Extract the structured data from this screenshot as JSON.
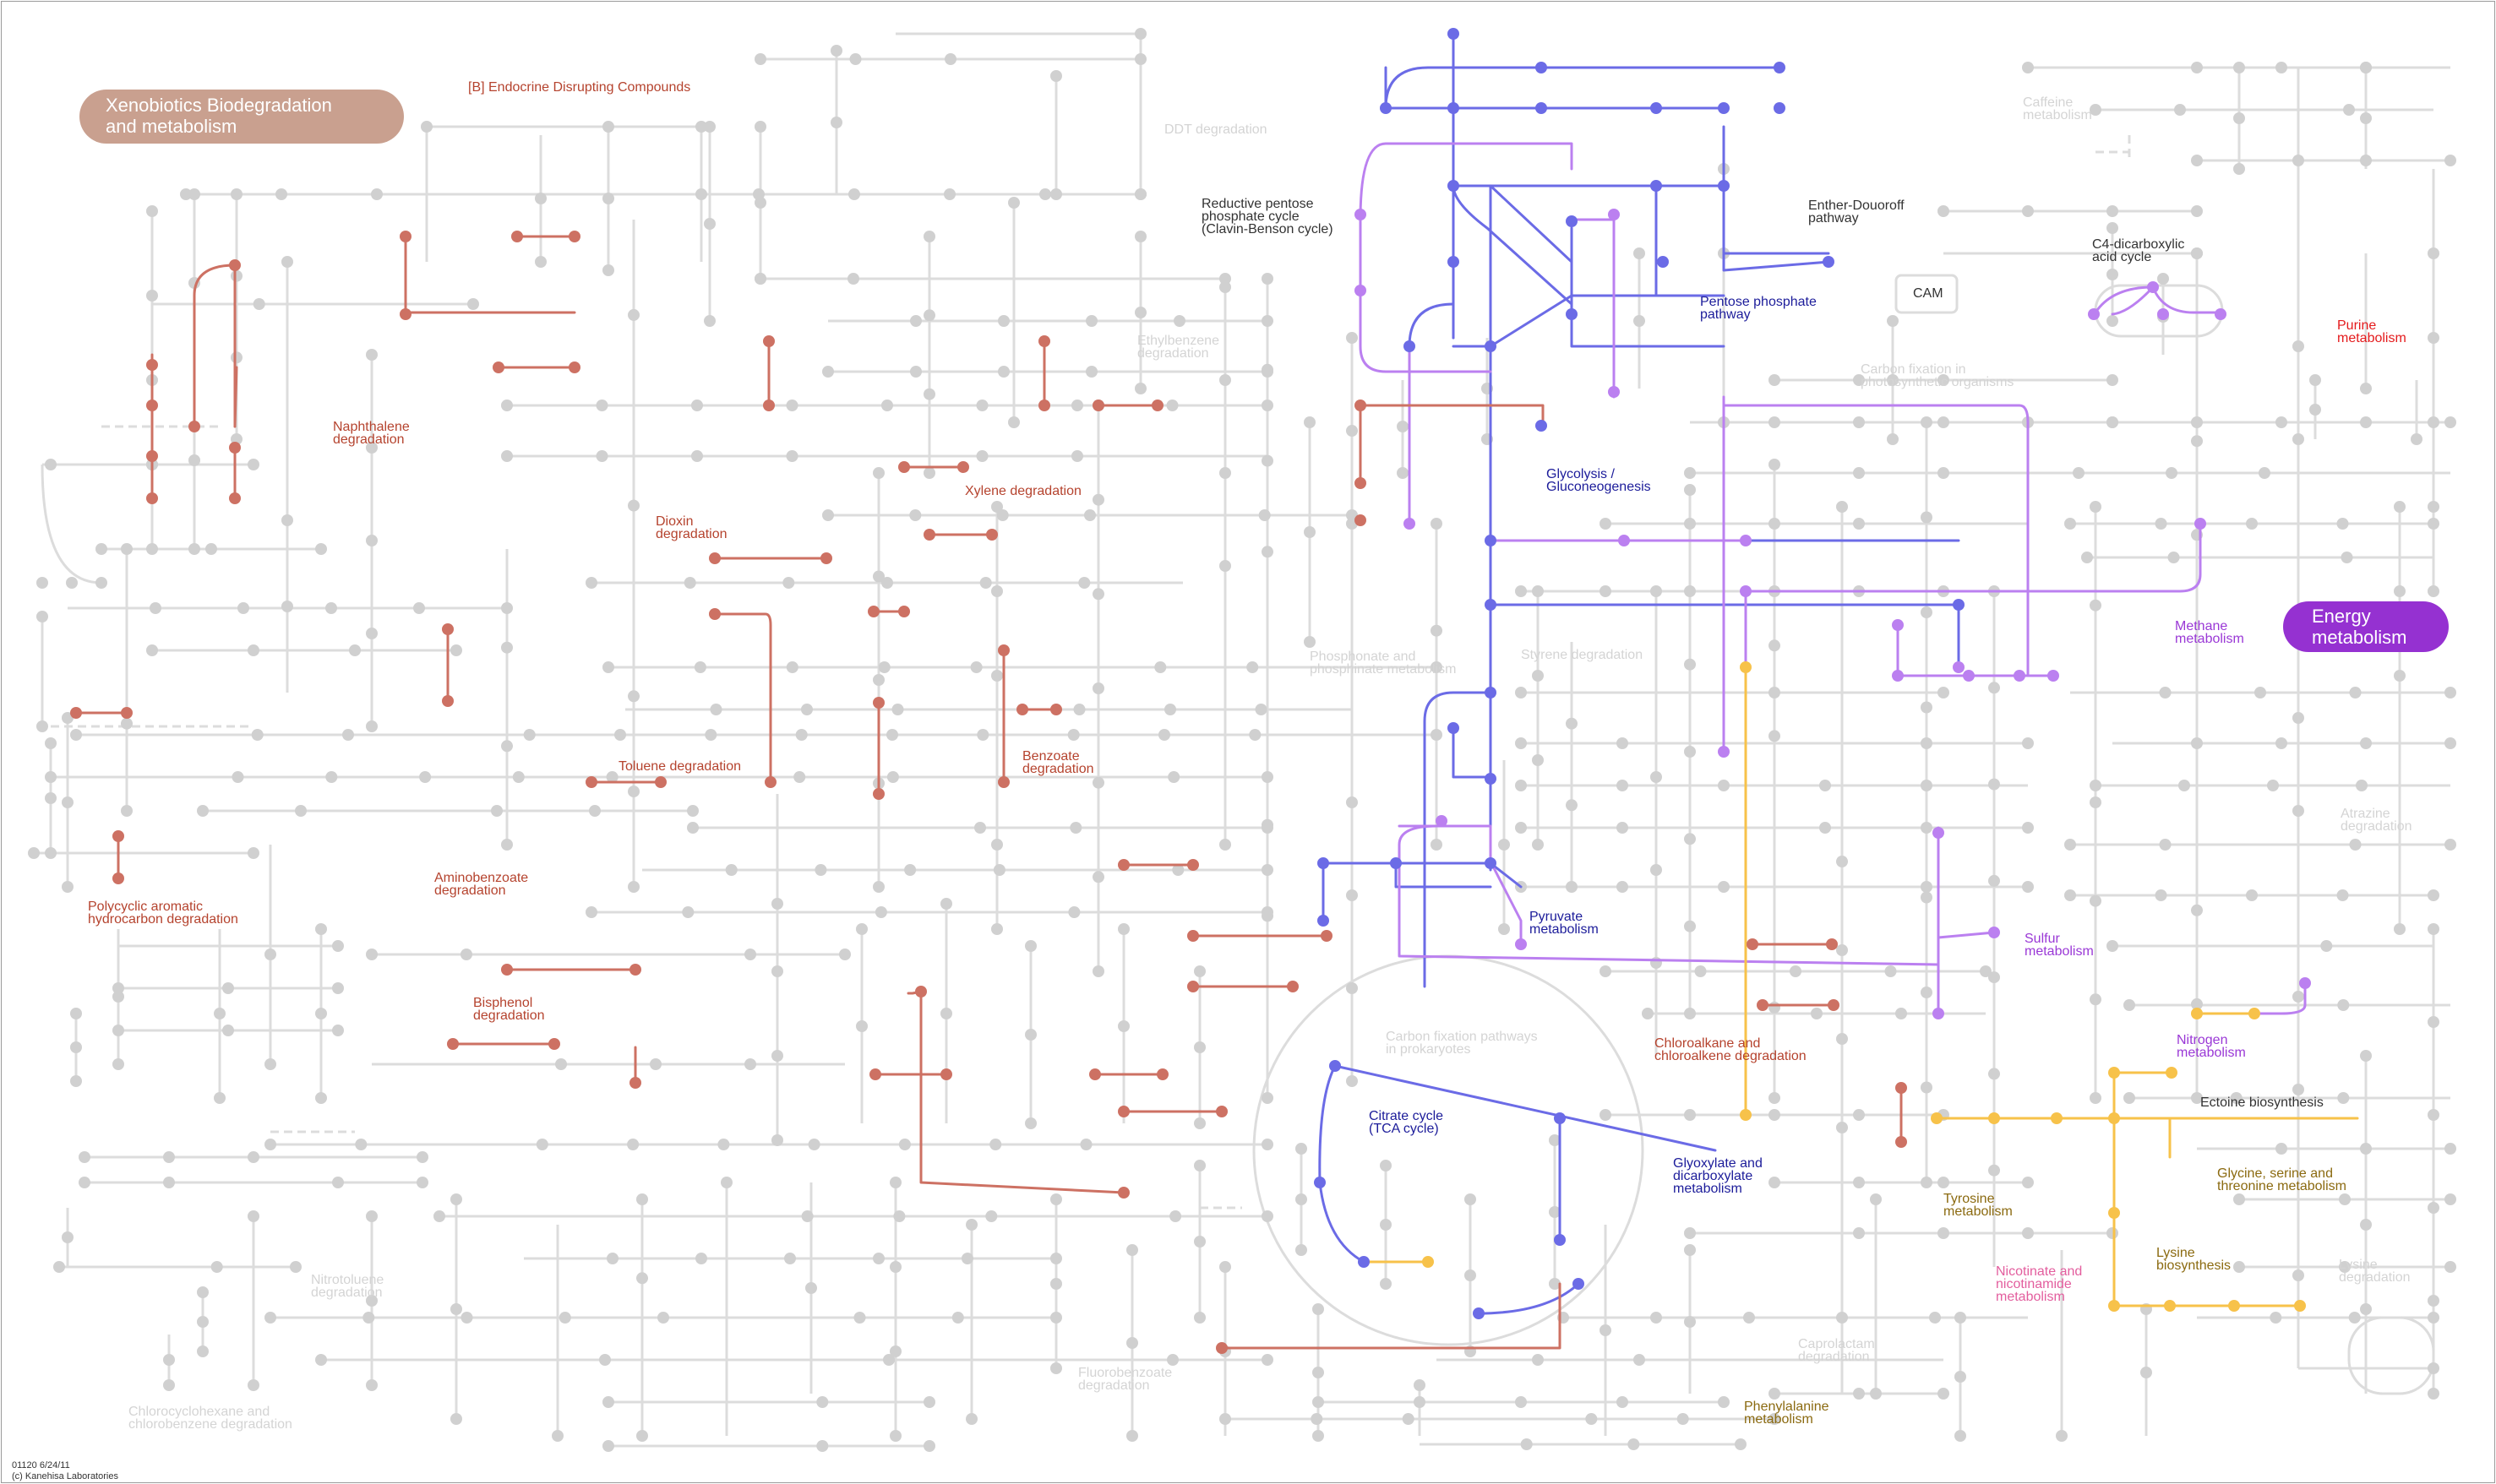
{
  "colors": {
    "background": "#ffffff",
    "edge_default": "#dcdcdc",
    "node_default": "#d0d0d0",
    "xenobiotics": "#cd7163",
    "carbohydrate": "#6b6be6",
    "energy": "#bb80f0",
    "amino_acid": "#f7c24a",
    "nucleotide": "#e41a1c",
    "sulfur": "#9a38d6",
    "cofactor": "#e35e9e",
    "other_label": "#8b6a10"
  },
  "badges": {
    "xenobiotics": {
      "label": "Xenobiotics Biodegradation and metabolism",
      "lines": [
        "Xenobiotics Biodegradation",
        "and metabolism"
      ],
      "fill": "#c9a08f"
    },
    "energy": {
      "label": "Energy metabolism",
      "lines": [
        "Energy",
        "metabolism"
      ],
      "fill": "#9531d1"
    }
  },
  "footer": {
    "map_id": "01120 6/24/11",
    "copyright": "(c) Kanehisa Laboratories"
  },
  "labels": [
    {
      "id": "edc",
      "lines": [
        "[B] Endocrine Disrupting Compounds"
      ],
      "color": "#b5432e"
    },
    {
      "id": "naphthalene",
      "lines": [
        "Naphthalene",
        "degradation"
      ],
      "color": "#b5432e"
    },
    {
      "id": "dioxin",
      "lines": [
        "Dioxin",
        "degradation"
      ],
      "color": "#b5432e"
    },
    {
      "id": "xylene",
      "lines": [
        "Xylene degradation"
      ],
      "color": "#b5432e"
    },
    {
      "id": "toluene",
      "lines": [
        "Toluene degradation"
      ],
      "color": "#b5432e"
    },
    {
      "id": "benzoate",
      "lines": [
        "Benzoate",
        "degradation"
      ],
      "color": "#b5432e"
    },
    {
      "id": "pah",
      "lines": [
        "Polycyclic aromatic",
        "hydrocarbon degradation"
      ],
      "color": "#b5432e"
    },
    {
      "id": "aminobenzoate",
      "lines": [
        "Aminobenzoate",
        "degradation"
      ],
      "color": "#b5432e"
    },
    {
      "id": "bisphenol",
      "lines": [
        "Bisphenol",
        "degradation"
      ],
      "color": "#b5432e"
    },
    {
      "id": "chloroalkane",
      "lines": [
        "Chloroalkane and",
        "chloroalkene degradation"
      ],
      "color": "#b5432e"
    },
    {
      "id": "ddt",
      "lines": [
        "DDT degradation"
      ],
      "color": "#d4d4d4"
    },
    {
      "id": "ethylbenzene",
      "lines": [
        "Ethylbenzene",
        "degradation"
      ],
      "color": "#d4d4d4"
    },
    {
      "id": "phosphonate",
      "lines": [
        "Phosphonate and",
        "phosphinate metabolism"
      ],
      "color": "#d4d4d4"
    },
    {
      "id": "styrene",
      "lines": [
        "Styrene degradation"
      ],
      "color": "#d4d4d4"
    },
    {
      "id": "carbon_photo",
      "lines": [
        "Carbon fixation in",
        "photosynthetic organisms"
      ],
      "color": "#d4d4d4"
    },
    {
      "id": "carbon_prok",
      "lines": [
        "Carbon fixation pathways",
        "in prokaryotes"
      ],
      "color": "#d4d4d4"
    },
    {
      "id": "caffeine",
      "lines": [
        "Caffeine",
        "metabolism"
      ],
      "color": "#d4d4d4"
    },
    {
      "id": "atrazine",
      "lines": [
        "Atrazine",
        "degradation"
      ],
      "color": "#d4d4d4"
    },
    {
      "id": "nitrotoluene",
      "lines": [
        "Nitrotoluene",
        "degradation"
      ],
      "color": "#d4d4d4"
    },
    {
      "id": "chlorocyclohexane",
      "lines": [
        "Chlorocyclohexane and",
        "chlorobenzene degradation"
      ],
      "color": "#d4d4d4"
    },
    {
      "id": "fluorobenzoate",
      "lines": [
        "Fluorobenzoate",
        "degradation"
      ],
      "color": "#d4d4d4"
    },
    {
      "id": "caprolactam",
      "lines": [
        "Caprolactam",
        "degradation"
      ],
      "color": "#d4d4d4"
    },
    {
      "id": "lysine_deg",
      "lines": [
        "Lysine",
        "degradation"
      ],
      "color": "#d4d4d4"
    },
    {
      "id": "reductive_pp",
      "lines": [
        "Reductive pentose",
        "phosphate cycle",
        "(Clavin-Benson cycle)"
      ],
      "color": "#333333"
    },
    {
      "id": "entner",
      "lines": [
        "Enther-Douoroff",
        "pathway"
      ],
      "color": "#333333"
    },
    {
      "id": "cam",
      "lines": [
        "CAM"
      ],
      "color": "#333333"
    },
    {
      "id": "c4",
      "lines": [
        "C4-dicarboxylic",
        "acid cycle"
      ],
      "color": "#333333"
    },
    {
      "id": "ectoine",
      "lines": [
        "Ectoine biosynthesis"
      ],
      "color": "#333333"
    },
    {
      "id": "pentose",
      "lines": [
        "Pentose phosphate",
        "pathway"
      ],
      "color": "#1c1c9a"
    },
    {
      "id": "glycolysis",
      "lines": [
        "Glycolysis /",
        "Gluconeogenesis"
      ],
      "color": "#1c1c9a"
    },
    {
      "id": "pyruvate",
      "lines": [
        "Pyruvate",
        "metabolism"
      ],
      "color": "#1c1c9a"
    },
    {
      "id": "citrate",
      "lines": [
        "Citrate cycle",
        "(TCA cycle)"
      ],
      "color": "#1c1c9a"
    },
    {
      "id": "glyoxylate",
      "lines": [
        "Glyoxylate and",
        "dicarboxylate",
        "metabolism"
      ],
      "color": "#1c1c9a"
    },
    {
      "id": "purine",
      "lines": [
        "Purine",
        "metabolism"
      ],
      "color": "#e41a1c"
    },
    {
      "id": "methane",
      "lines": [
        "Methane",
        "metabolism"
      ],
      "color": "#9a38d6"
    },
    {
      "id": "sulfur",
      "lines": [
        "Sulfur",
        "metabolism"
      ],
      "color": "#9a38d6"
    },
    {
      "id": "nitrogen",
      "lines": [
        "Nitrogen",
        "metabolism"
      ],
      "color": "#9a38d6"
    },
    {
      "id": "tyrosine",
      "lines": [
        "Tyrosine",
        "metabolism"
      ],
      "color": "#8b6a10"
    },
    {
      "id": "glycine",
      "lines": [
        "Glycine, serine and",
        "threonine metabolism"
      ],
      "color": "#8b6a10"
    },
    {
      "id": "lysine_bio",
      "lines": [
        "Lysine",
        "biosynthesis"
      ],
      "color": "#8b6a10"
    },
    {
      "id": "phenylalanine",
      "lines": [
        "Phenylalanine",
        "metabolism"
      ],
      "color": "#8b6a10"
    },
    {
      "id": "nicotinate",
      "lines": [
        "Nicotinate and",
        "nicotinamide",
        "metabolism"
      ],
      "color": "#e35e9e"
    }
  ]
}
